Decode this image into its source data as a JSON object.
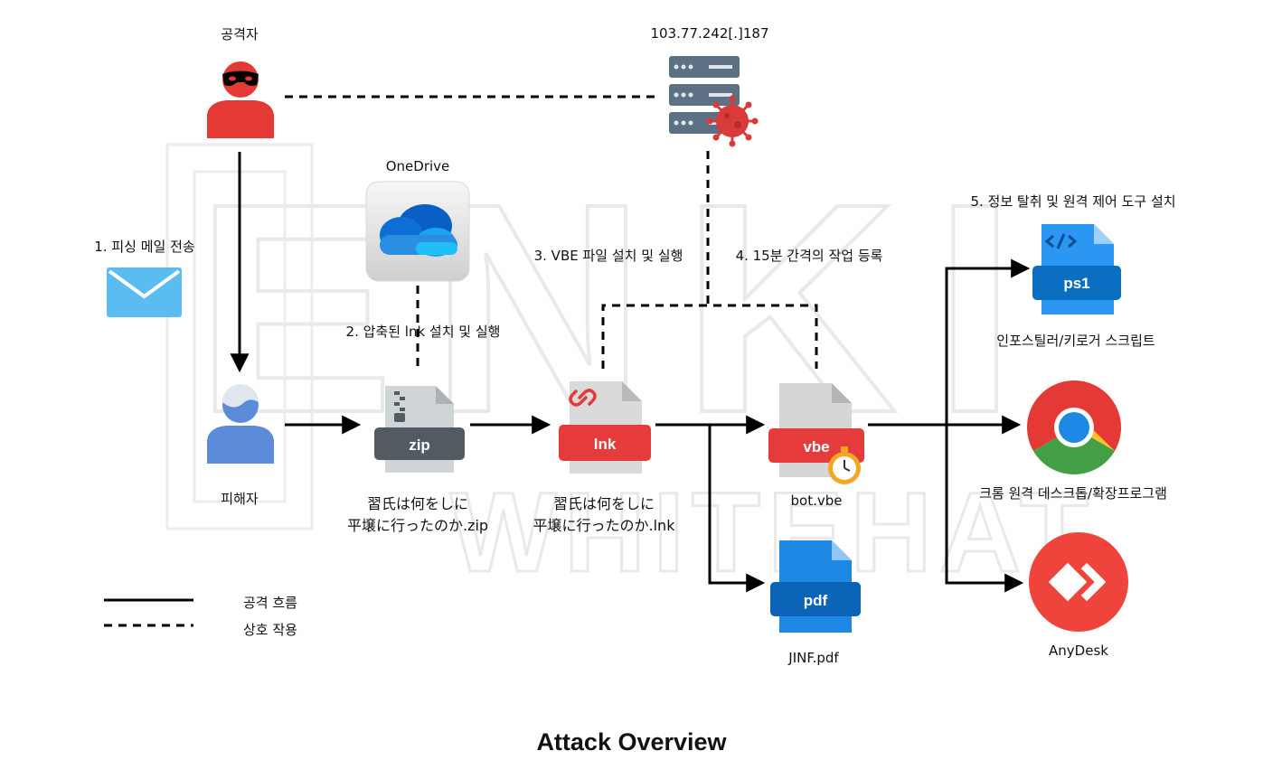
{
  "nodes": {
    "attacker": "공격자",
    "victim": "피해자",
    "server": "103.77.242[.]187",
    "onedrive": "OneDrive",
    "zip_file": "習氏は何をしに\n平壌に行ったのか.zip",
    "lnk_file": "習氏は何をしに\n平壌に行ったのか.lnk",
    "vbe_file": "bot.vbe",
    "pdf_file": "JINF.pdf",
    "ps1_tool": "인포스틸러/키로거 스크립트",
    "chrome_tool": "크롬 원격 데스크톱/확장프로그램",
    "anydesk_tool": "AnyDesk"
  },
  "icon_tags": {
    "zip": "zip",
    "lnk": "lnk",
    "vbe": "vbe",
    "pdf": "pdf",
    "ps1": "ps1"
  },
  "steps": {
    "s1": "1. 피싱 메일 전송",
    "s2": "2. 압축된 lnk 설치 및 실행",
    "s3": "3. VBE 파일 설치 및 실행",
    "s4": "4. 15분 간격의 작업 등록",
    "s5": "5. 정보 탈취 및 원격 제어 도구 설치"
  },
  "legend": {
    "solid": "공격 흐름",
    "dashed": "상호 작용"
  },
  "watermark": {
    "top": "ENKI",
    "bottom": "WHITEHAT"
  },
  "title": "Attack Overview",
  "colors": {
    "attacker_red": "#e53935",
    "victim_blue": "#5b8bd9",
    "mail_blue": "#5bbcf1",
    "server_slate": "#5c7183",
    "virus_red": "#d93a3a",
    "zip_dark": "#525b61",
    "lnk_red": "#e53b3b",
    "pdf_blue": "#1e88e5",
    "ps1_blue": "#0b6fc1",
    "anydesk_red": "#ef443b"
  }
}
